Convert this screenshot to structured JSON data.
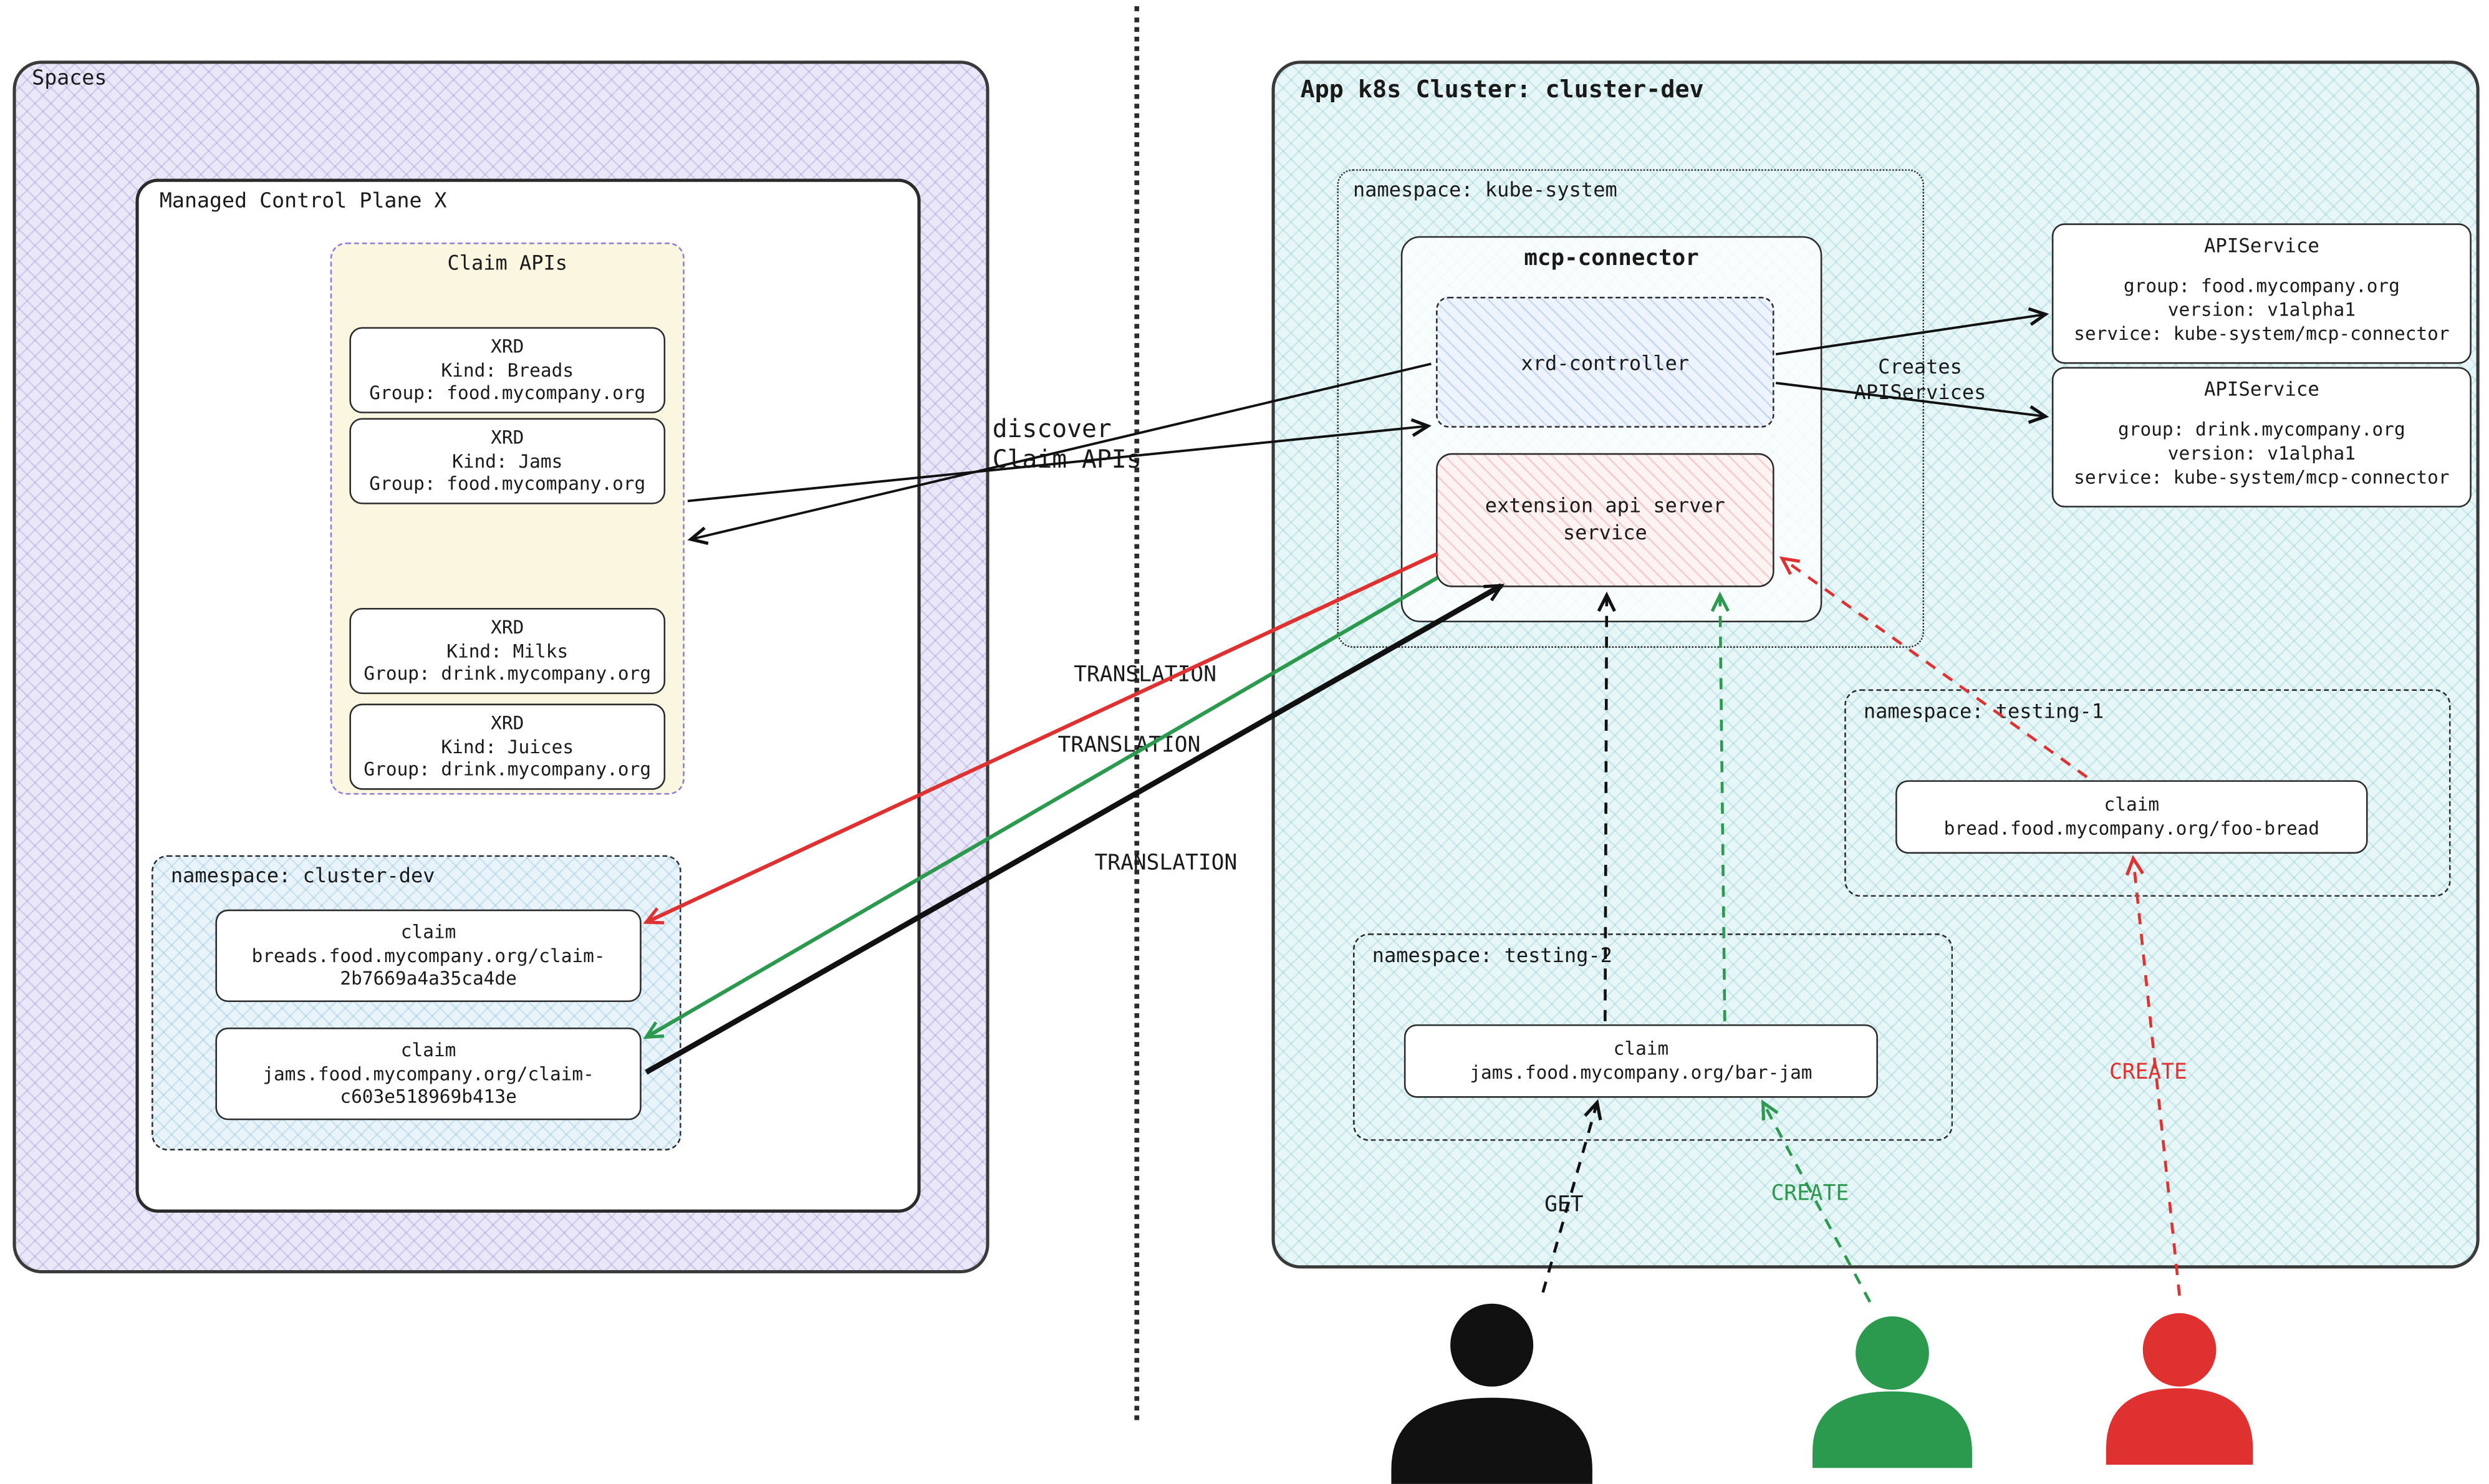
{
  "diagram": {
    "spaces": {
      "label": "Spaces",
      "managed_control_plane": {
        "label": "Managed Control Plane X",
        "claim_apis": {
          "title": "Claim APIs",
          "xrds": [
            {
              "kind_label": "XRD",
              "kind": "Kind: Breads",
              "group": "Group: food.mycompany.org"
            },
            {
              "kind_label": "XRD",
              "kind": "Kind: Jams",
              "group": "Group: food.mycompany.org"
            },
            {
              "kind_label": "XRD",
              "kind": "Kind: Milks",
              "group": "Group: drink.mycompany.org"
            },
            {
              "kind_label": "XRD",
              "kind": "Kind: Juices",
              "group": "Group: drink.mycompany.org"
            }
          ]
        },
        "namespace_cluster_dev": {
          "label": "namespace: cluster-dev",
          "claims": [
            {
              "title": "claim",
              "name": "breads.food.mycompany.org/claim-\n2b7669a4a35ca4de"
            },
            {
              "title": "claim",
              "name": "jams.food.mycompany.org/claim-\nc603e518969b413e"
            }
          ]
        }
      }
    },
    "app_cluster": {
      "label": "App k8s Cluster: cluster-dev",
      "kube_system": {
        "label": "namespace: kube-system",
        "mcp_connector": {
          "title": "mcp-connector",
          "xrd_controller_label": "xrd-controller",
          "extension_api_label": "extension api server\nservice"
        }
      },
      "apiservices": [
        {
          "title": "APIService",
          "details": "group: food.mycompany.org\nversion: v1alpha1\nservice: kube-system/mcp-connector"
        },
        {
          "title": "APIService",
          "details": "group: drink.mycompany.org\nversion: v1alpha1\nservice: kube-system/mcp-connector"
        }
      ],
      "creates_label": "Creates\nAPIServices",
      "namespace_testing_1": {
        "label": "namespace: testing-1",
        "claim": {
          "title": "claim",
          "name": "bread.food.mycompany.org/foo-bread"
        }
      },
      "namespace_testing_2": {
        "label": "namespace: testing-2",
        "claim": {
          "title": "claim",
          "name": "jams.food.mycompany.org/bar-jam"
        }
      }
    },
    "edge_labels": {
      "discover": "discover\nClaim APIs",
      "translation_red": "TRANSLATION",
      "translation_green": "TRANSLATION",
      "translation_black": "TRANSLATION",
      "get": "GET",
      "create_green": "CREATE",
      "create_red": "CREATE"
    },
    "colors": {
      "red": "#e03131",
      "green": "#2b9a4e",
      "black": "#111111",
      "spaces_bg": "#eae7f8",
      "cluster_bg": "#e7f6f6",
      "claim_apis_bg": "#fbf6e0"
    }
  }
}
